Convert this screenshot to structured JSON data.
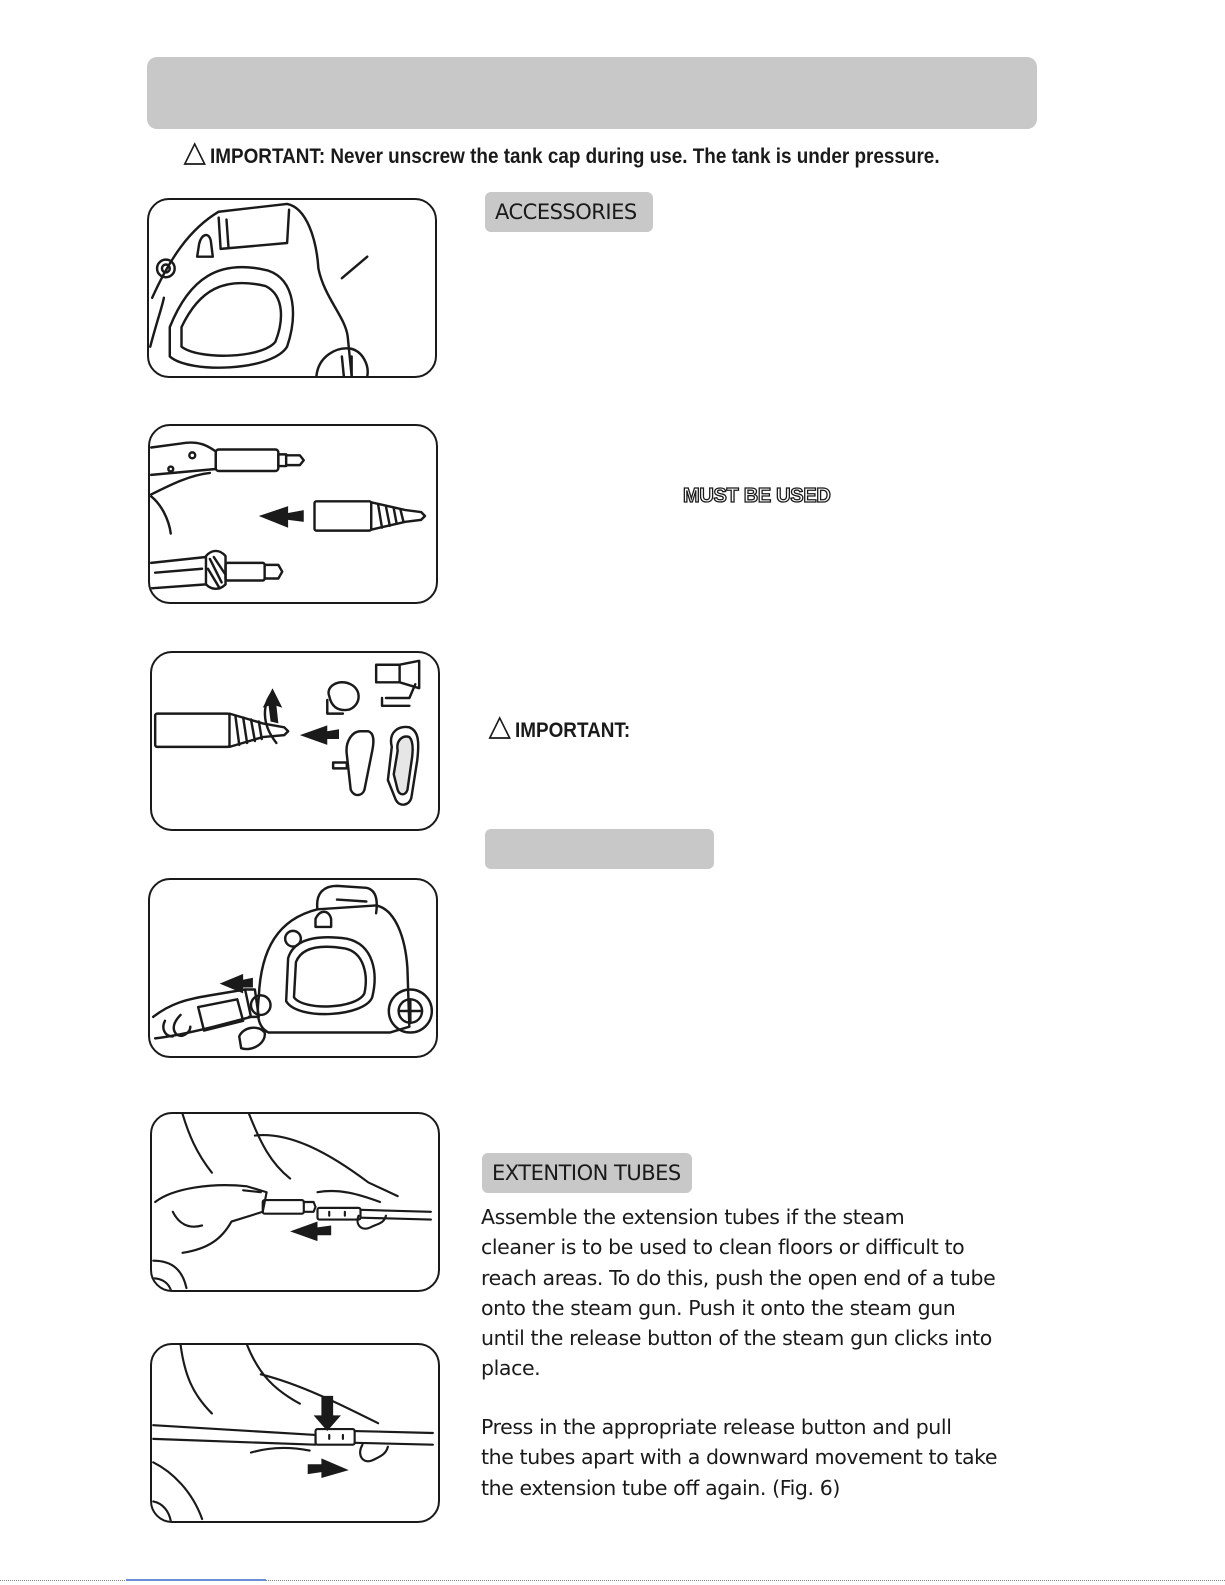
{
  "warning": {
    "text": "IMPORTANT: Never unscrew the tank cap during use. The tank is under pressure."
  },
  "sections": {
    "accessories": "ACCESSORIES",
    "extension_tubes": "EXTENTION TUBES"
  },
  "notes": {
    "must_be_used": "MUST BE USED",
    "important_label": "IMPORTANT:"
  },
  "paragraphs": {
    "assemble": [
      "Assemble the extension tubes if the steam",
      "cleaner is to be used to clean floors or difficult to",
      "reach areas. To do this, push the open end of a tube",
      "onto the steam gun. Push it onto the steam gun",
      "until the release button of the steam gun clicks into",
      "place."
    ],
    "release": [
      "Press in the appropriate release button and pull",
      "the tubes apart with a downward movement to take",
      "the extension tube off again. (Fig. 6)"
    ]
  }
}
